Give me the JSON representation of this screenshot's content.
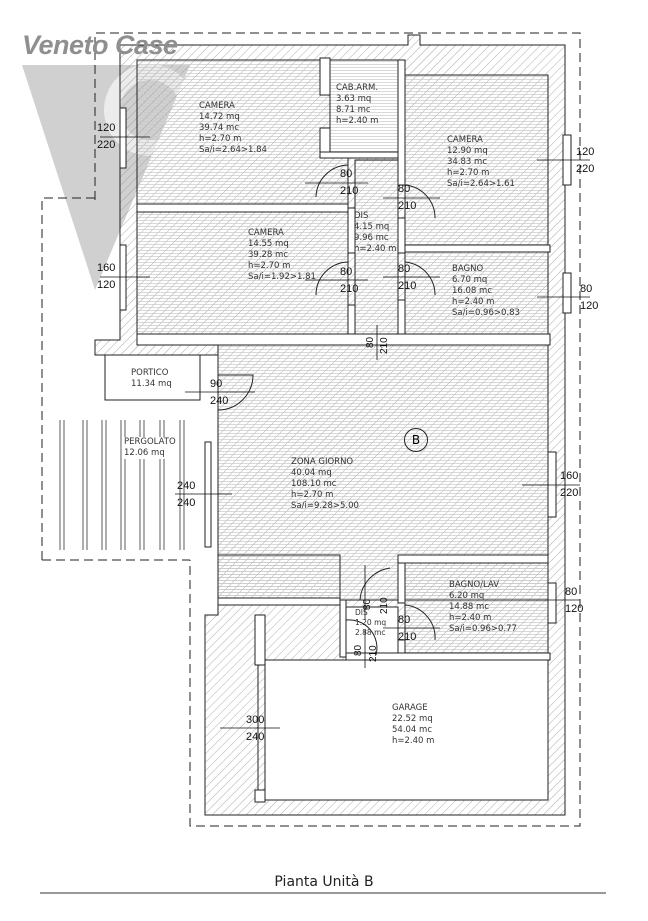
{
  "watermark": "Veneto Case",
  "caption": "Pianta Unità B",
  "unit_marker": "B",
  "rooms": [
    {
      "name": "CAMERA",
      "area": "14.72 mq",
      "volume": "39.74 mc",
      "height": "h=2.70 m",
      "ratio": "Sa/i=2.64>1.84"
    },
    {
      "name": "CAB.ARM.",
      "area": "3.63 mq",
      "volume": "8.71 mc",
      "height": "h=2.40 m"
    },
    {
      "name": "CAMERA",
      "area": "12.90 mq",
      "volume": "34.83 mc",
      "height": "h=2.70 m",
      "ratio": "Sa/i=2.64>1.61"
    },
    {
      "name": "DIS",
      "area": "4.15 mq",
      "volume": "9.96 mc",
      "height": "h=2.40 m"
    },
    {
      "name": "CAMERA",
      "area": "14.55 mq",
      "volume": "39.28 mc",
      "height": "h=2.70 m",
      "ratio": "Sa/i=1.92>1.81"
    },
    {
      "name": "BAGNO",
      "area": "6.70 mq",
      "volume": "16.08 mc",
      "height": "h=2.40 m",
      "ratio": "Sa/i=0.96>0.83"
    },
    {
      "name": "PORTICO",
      "area": "11.34 mq"
    },
    {
      "name": "PERGOLATO",
      "area": "12.06 mq"
    },
    {
      "name": "ZONA GIORNO",
      "area": "40.04 mq",
      "volume": "108.10 mc",
      "height": "h=2.70 m",
      "ratio": "Sa/i=9.28>5.00"
    },
    {
      "name": "BAGNO/LAV",
      "area": "6.20 mq",
      "volume": "14.88 mc",
      "height": "h=2.40 m",
      "ratio": "Sa/i=0.96>0.77"
    },
    {
      "name": "DIS",
      "area": "1.20 mq",
      "volume": "2.88 mc"
    },
    {
      "name": "GARAGE",
      "area": "22.52 mq",
      "volume": "54.04 mc",
      "height": "h=2.40 m"
    }
  ],
  "openings": [
    {
      "w": "120",
      "h": "220"
    },
    {
      "w": "160",
      "h": "120"
    },
    {
      "w": "80",
      "h": "210"
    },
    {
      "w": "80",
      "h": "210"
    },
    {
      "w": "80",
      "h": "210"
    },
    {
      "w": "80",
      "h": "210"
    },
    {
      "w": "120",
      "h": "220"
    },
    {
      "w": "80",
      "h": "120"
    },
    {
      "w": "80",
      "h": "210"
    },
    {
      "w": "90",
      "h": "240"
    },
    {
      "w": "240",
      "h": "240"
    },
    {
      "w": "160",
      "h": "220"
    },
    {
      "w": "80",
      "h": "120"
    },
    {
      "w": "80",
      "h": "210"
    },
    {
      "w": "80",
      "h": "210"
    },
    {
      "w": "80",
      "h": "210"
    },
    {
      "w": "300",
      "h": "240"
    }
  ]
}
